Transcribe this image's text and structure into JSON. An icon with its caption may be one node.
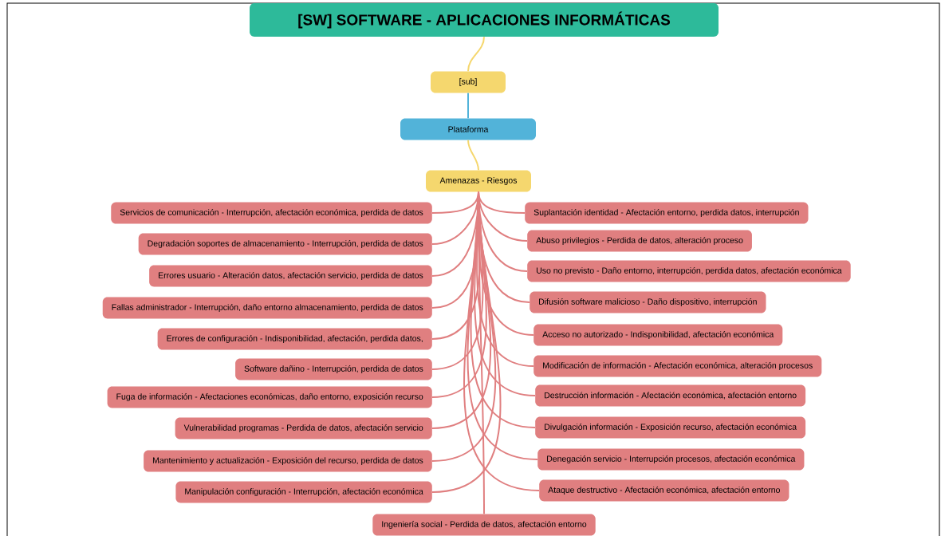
{
  "diagram": {
    "nodes": [
      {
        "text": [
          "[SW] SOFTWARE - APLICACIONES INFORMÁTICAS"
        ]
      },
      {
        "text": [
          "[sub]"
        ]
      },
      {
        "text": [
          "Plataforma"
        ]
      },
      {
        "text": [
          "Amenazas - Riesgos"
        ]
      },
      {
        "text": [
          "Servicios de comunicación - Interrupción, afectación económica, perdida de datos"
        ]
      },
      {
        "text": [
          "Degradación soportes de almacenamiento - Interrupción, perdida de datos"
        ]
      },
      {
        "text": [
          "Errores usuario - Alteración datos, afectación servicio, perdida de datos"
        ]
      },
      {
        "text": [
          "Fallas administrador - Interrupción, daño entorno almacenamiento, perdida de datos"
        ]
      },
      {
        "text": [
          "Errores de configuración - Indisponibilidad, afectación, perdida datos,"
        ]
      },
      {
        "text": [
          "Software dañino - Interrupción, perdida de datos"
        ]
      },
      {
        "text": [
          "Fuga de información - Afectaciones económicas, daño entorno, exposición recurso"
        ]
      },
      {
        "text": [
          "Vulnerabilidad programas - Perdida de datos, afectación servicio"
        ]
      },
      {
        "text": [
          "Mantenimiento y actualización - Exposición del recurso, perdida de datos"
        ]
      },
      {
        "text": [
          "Manipulación configuración - Interrupción, afectación económica"
        ]
      },
      {
        "text": [
          "Suplantación identidad - Afectación entorno, perdida datos, interrupción"
        ]
      },
      {
        "text": [
          "Abuso privilegios - Perdida de datos, alteración proceso"
        ]
      },
      {
        "text": [
          "Uso no previsto - Daño entorno, interrupción, perdida datos, afectación económica"
        ]
      },
      {
        "text": [
          "Difusión software malicioso - Daño dispositivo, interrupción"
        ]
      },
      {
        "text": [
          "Acceso no autorizado - Indisponibilidad, afectación económica"
        ]
      },
      {
        "text": [
          "Modificación de información - Afectación económica, alteración procesos"
        ]
      },
      {
        "text": [
          "Destrucción información - Afectación económica, afectación entorno"
        ]
      },
      {
        "text": [
          "Divulgación información - Exposición recurso, afectación económica"
        ]
      },
      {
        "text": [
          "Denegación servicio - Interrupción procesos, afectación económica"
        ]
      },
      {
        "text": [
          "Ataque destructivo - Afectación económica, afectación entorno"
        ]
      },
      {
        "text": [
          "Ingeniería social - Perdida de datos, afectación entorno"
        ]
      }
    ],
    "edges": [
      {
        "from": 0,
        "to": 1,
        "arrow": "none",
        "color": "#f5d76e"
      },
      {
        "from": 1,
        "to": 2,
        "arrow": "none",
        "color": "#52b3d9"
      },
      {
        "from": 2,
        "to": 3,
        "arrow": "none",
        "color": "#f5d76e"
      },
      {
        "from": 3,
        "to": 4,
        "arrow": "none"
      },
      {
        "from": 3,
        "to": 5,
        "arrow": "none"
      },
      {
        "from": 3,
        "to": 6,
        "arrow": "none"
      },
      {
        "from": 3,
        "to": 7,
        "arrow": "none"
      },
      {
        "from": 3,
        "to": 8,
        "arrow": "none"
      },
      {
        "from": 3,
        "to": 9,
        "arrow": "none"
      },
      {
        "from": 3,
        "to": 10,
        "arrow": "none"
      },
      {
        "from": 3,
        "to": 11,
        "arrow": "none"
      },
      {
        "from": 3,
        "to": 12,
        "arrow": "none"
      },
      {
        "from": 3,
        "to": 13,
        "arrow": "none"
      },
      {
        "from": 3,
        "to": 14,
        "arrow": "none"
      },
      {
        "from": 3,
        "to": 15,
        "arrow": "none"
      },
      {
        "from": 3,
        "to": 16,
        "arrow": "none"
      },
      {
        "from": 3,
        "to": 17,
        "arrow": "none"
      },
      {
        "from": 3,
        "to": 18,
        "arrow": "none"
      },
      {
        "from": 3,
        "to": 19,
        "arrow": "none"
      },
      {
        "from": 3,
        "to": 20,
        "arrow": "none"
      },
      {
        "from": 3,
        "to": 21,
        "arrow": "none"
      },
      {
        "from": 3,
        "to": 22,
        "arrow": "none"
      },
      {
        "from": 3,
        "to": 23,
        "arrow": "none"
      },
      {
        "from": 3,
        "to": 24,
        "arrow": "none"
      }
    ]
  }
}
